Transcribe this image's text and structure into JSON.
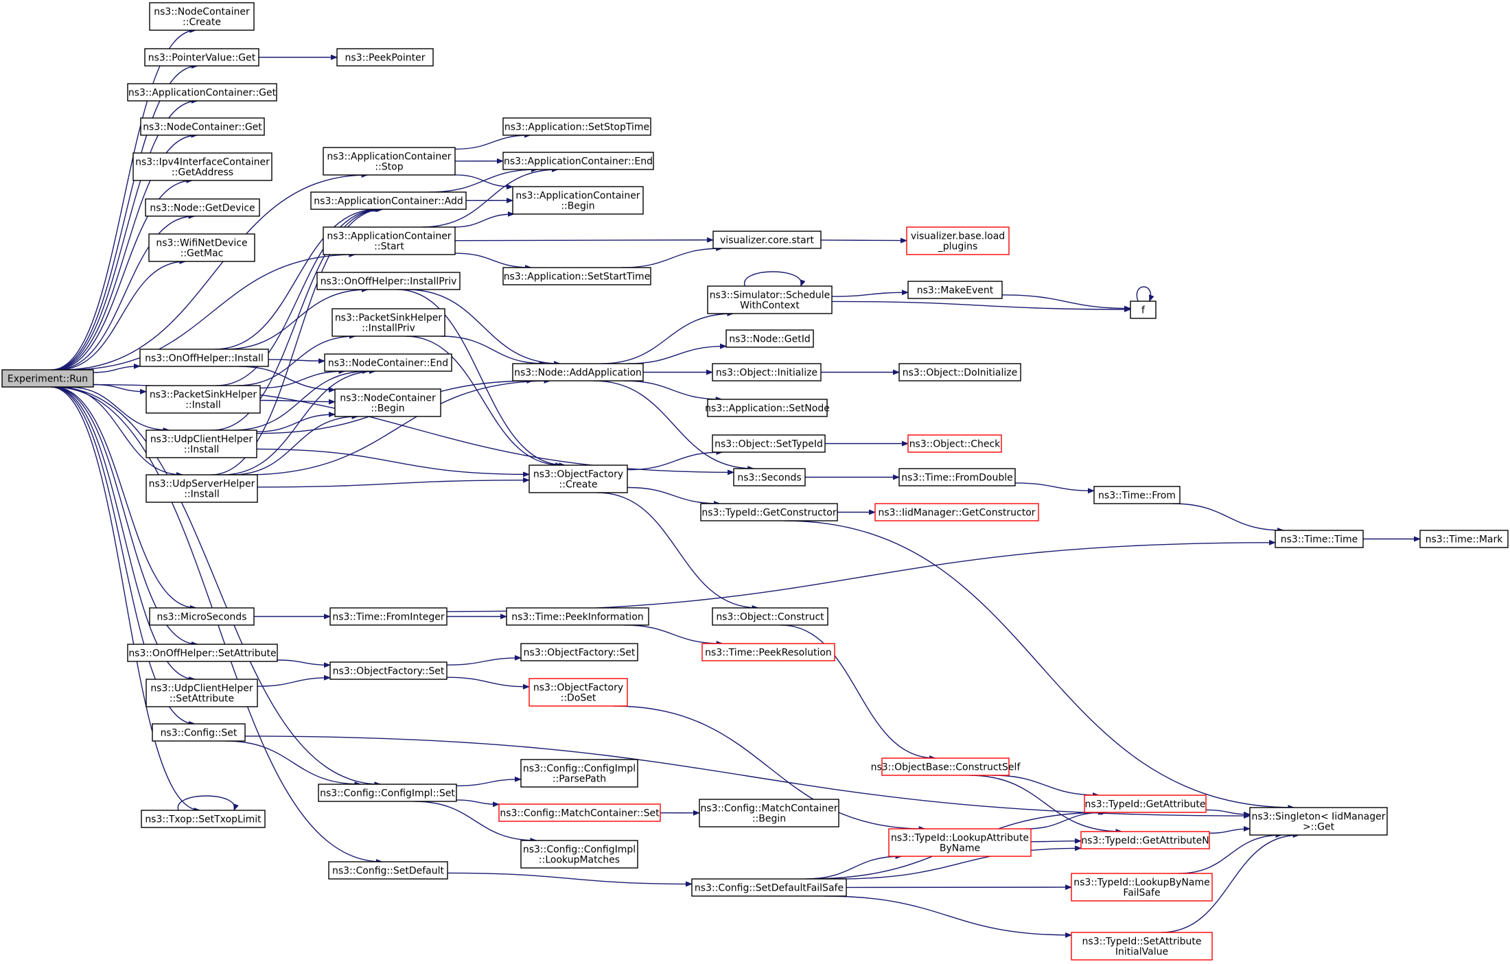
{
  "diagram": {
    "title": "",
    "node_labels": {
      "root": "Experiment::Run",
      "nc_create": "ns3::NodeContainer\n::Create",
      "pv_get": "ns3::PointerValue::Get",
      "peekptr": "ns3::PeekPointer",
      "ac_get": "ns3::ApplicationContainer::Get",
      "nc_get": "ns3::NodeContainer::Get",
      "ipv4_getaddr": "ns3::Ipv4InterfaceContainer\n::GetAddress",
      "node_getdev": "ns3::Node::GetDevice",
      "wifi_getmac": "ns3::WifiNetDevice\n::GetMac",
      "ac_stop": "ns3::ApplicationContainer\n::Stop",
      "ac_add": "ns3::ApplicationContainer::Add",
      "ac_start": "ns3::ApplicationContainer\n::Start",
      "onoff_installpriv": "ns3::OnOffHelper::InstallPriv",
      "psink_installpriv": "ns3::PacketSinkHelper\n::InstallPriv",
      "onoff_install": "ns3::OnOffHelper::Install",
      "psink_install": "ns3::PacketSinkHelper\n::Install",
      "udpc_install": "ns3::UdpClientHelper\n::Install",
      "udps_install": "ns3::UdpServerHelper\n::Install",
      "nc_end": "ns3::NodeContainer::End",
      "nc_begin": "ns3::NodeContainer\n::Begin",
      "app_setstop": "ns3::Application::SetStopTime",
      "ac_end": "ns3::ApplicationContainer::End",
      "ac_begin": "ns3::ApplicationContainer\n::Begin",
      "app_setstart": "ns3::Application::SetStartTime",
      "vis_start": "visualizer.core.start",
      "vis_load": "visualizer.base.load\n_plugins",
      "sim_sched": "ns3::Simulator::Schedule\nWithContext",
      "makeevent": "ns3::MakeEvent",
      "f": "f",
      "node_getid": "ns3::Node::GetId",
      "node_addapp": "ns3::Node::AddApplication",
      "obj_init": "ns3::Object::Initialize",
      "obj_doinit": "ns3::Object::DoInitialize",
      "app_setnode": "ns3::Application::SetNode",
      "obj_settypeid": "ns3::Object::SetTypeId",
      "obj_check": "ns3::Object::Check",
      "of_create": "ns3::ObjectFactory\n::Create",
      "seconds": "ns3::Seconds",
      "time_fromdouble": "ns3::Time::FromDouble",
      "time_from": "ns3::Time::From",
      "tid_getctor": "ns3::TypeId::GetConstructor",
      "iid_getctor": "ns3::IidManager::GetConstructor",
      "time_time": "ns3::Time::Time",
      "time_mark": "ns3::Time::Mark",
      "microseconds": "ns3::MicroSeconds",
      "time_fromint": "ns3::Time::FromInteger",
      "time_peekinfo": "ns3::Time::PeekInformation",
      "obj_construct": "ns3::Object::Construct",
      "onoff_setattr": "ns3::OnOffHelper::SetAttribute",
      "of_set": "ns3::ObjectFactory::Set",
      "of_set2": "ns3::ObjectFactory::Set",
      "time_peekres": "ns3::Time::PeekResolution",
      "udpc_setattr": "ns3::UdpClientHelper\n::SetAttribute",
      "of_doset": "ns3::ObjectFactory\n::DoSet",
      "config_set": "ns3::Config::Set",
      "objbase_cs": "ns3::ObjectBase::ConstructSelf",
      "cfgimpl_set": "ns3::Config::ConfigImpl::Set",
      "cfgimpl_parse": "ns3::Config::ConfigImpl\n::ParsePath",
      "tid_getattr": "ns3::TypeId::GetAttribute",
      "singleton_get": "ns3::Singleton< IidManager\n>::Get",
      "mc_set": "ns3::Config::MatchContainer::Set",
      "mc_begin": "ns3::Config::MatchContainer\n::Begin",
      "tid_lookupattr": "ns3::TypeId::LookupAttribute\nByName",
      "tid_getattrn": "ns3::TypeId::GetAttributeN",
      "txop_set": "ns3::Txop::SetTxopLimit",
      "cfgimpl_lookup": "ns3::Config::ConfigImpl\n::LookupMatches",
      "config_setdefault": "ns3::Config::SetDefault",
      "config_sdfs": "ns3::Config::SetDefaultFailSafe",
      "tid_lookupname": "ns3::TypeId::LookupByName\nFailSafe",
      "tid_setattrinit": "ns3::TypeId::SetAttribute\nInitialValue"
    },
    "highlight_nodes": [
      "vis_load",
      "obj_check",
      "iid_getctor",
      "time_peekres",
      "of_doset",
      "objbase_cs",
      "tid_getattr",
      "mc_set",
      "tid_lookupattr",
      "tid_getattrn",
      "tid_lookupname",
      "tid_setattrinit"
    ],
    "edges": [
      [
        "root",
        "nc_create"
      ],
      [
        "root",
        "pv_get"
      ],
      [
        "pv_get",
        "peekptr"
      ],
      [
        "root",
        "ac_get"
      ],
      [
        "root",
        "nc_get"
      ],
      [
        "root",
        "ipv4_getaddr"
      ],
      [
        "root",
        "node_getdev"
      ],
      [
        "root",
        "wifi_getmac"
      ],
      [
        "root",
        "ac_stop"
      ],
      [
        "root",
        "ac_start"
      ],
      [
        "root",
        "onoff_install"
      ],
      [
        "root",
        "psink_install"
      ],
      [
        "root",
        "udpc_install"
      ],
      [
        "root",
        "udps_install"
      ],
      [
        "root",
        "seconds"
      ],
      [
        "root",
        "microseconds"
      ],
      [
        "root",
        "onoff_setattr"
      ],
      [
        "root",
        "udpc_setattr"
      ],
      [
        "root",
        "config_set"
      ],
      [
        "root",
        "txop_set"
      ],
      [
        "root",
        "config_setdefault"
      ],
      [
        "root",
        "cfgimpl_set"
      ],
      [
        "ac_stop",
        "app_setstop"
      ],
      [
        "ac_stop",
        "ac_end"
      ],
      [
        "ac_stop",
        "ac_begin"
      ],
      [
        "ac_add",
        "ac_end"
      ],
      [
        "ac_add",
        "ac_begin"
      ],
      [
        "ac_start",
        "ac_end"
      ],
      [
        "ac_start",
        "ac_begin"
      ],
      [
        "ac_start",
        "vis_start"
      ],
      [
        "ac_start",
        "app_setstart"
      ],
      [
        "app_setstart",
        "vis_start"
      ],
      [
        "vis_start",
        "vis_load"
      ],
      [
        "onoff_install",
        "onoff_installpriv"
      ],
      [
        "onoff_install",
        "nc_end"
      ],
      [
        "onoff_install",
        "nc_begin"
      ],
      [
        "onoff_install",
        "ac_add"
      ],
      [
        "psink_install",
        "psink_installpriv"
      ],
      [
        "psink_install",
        "nc_end"
      ],
      [
        "psink_install",
        "nc_begin"
      ],
      [
        "psink_install",
        "ac_add"
      ],
      [
        "udpc_install",
        "nc_end"
      ],
      [
        "udpc_install",
        "nc_begin"
      ],
      [
        "udpc_install",
        "ac_add"
      ],
      [
        "udpc_install",
        "node_addapp"
      ],
      [
        "udpc_install",
        "of_create"
      ],
      [
        "udps_install",
        "nc_end"
      ],
      [
        "udps_install",
        "nc_begin"
      ],
      [
        "udps_install",
        "ac_add"
      ],
      [
        "udps_install",
        "node_addapp"
      ],
      [
        "udps_install",
        "of_create"
      ],
      [
        "onoff_installpriv",
        "node_addapp"
      ],
      [
        "onoff_installpriv",
        "of_create"
      ],
      [
        "psink_installpriv",
        "node_addapp"
      ],
      [
        "psink_installpriv",
        "of_create"
      ],
      [
        "node_addapp",
        "sim_sched"
      ],
      [
        "node_addapp",
        "node_getid"
      ],
      [
        "node_addapp",
        "obj_init"
      ],
      [
        "node_addapp",
        "app_setnode"
      ],
      [
        "node_addapp",
        "seconds"
      ],
      [
        "sim_sched",
        "sim_sched"
      ],
      [
        "sim_sched",
        "makeevent"
      ],
      [
        "sim_sched",
        "f"
      ],
      [
        "makeevent",
        "f"
      ],
      [
        "f",
        "f"
      ],
      [
        "obj_init",
        "obj_doinit"
      ],
      [
        "of_create",
        "obj_settypeid"
      ],
      [
        "of_create",
        "tid_getctor"
      ],
      [
        "of_create",
        "obj_construct"
      ],
      [
        "obj_settypeid",
        "obj_check"
      ],
      [
        "seconds",
        "time_fromdouble"
      ],
      [
        "time_fromdouble",
        "time_from"
      ],
      [
        "time_from",
        "time_time"
      ],
      [
        "time_time",
        "time_mark"
      ],
      [
        "tid_getctor",
        "iid_getctor"
      ],
      [
        "tid_getctor",
        "singleton_get"
      ],
      [
        "microseconds",
        "time_fromint"
      ],
      [
        "time_fromint",
        "time_time"
      ],
      [
        "time_fromint",
        "time_peekinfo"
      ],
      [
        "time_peekinfo",
        "time_peekres"
      ],
      [
        "obj_construct",
        "objbase_cs"
      ],
      [
        "onoff_setattr",
        "of_set"
      ],
      [
        "udpc_setattr",
        "of_set"
      ],
      [
        "of_set",
        "of_set2"
      ],
      [
        "of_set",
        "of_doset"
      ],
      [
        "of_doset",
        "tid_lookupattr"
      ],
      [
        "config_set",
        "cfgimpl_set"
      ],
      [
        "config_set",
        "singleton_get"
      ],
      [
        "cfgimpl_set",
        "cfgimpl_parse"
      ],
      [
        "cfgimpl_set",
        "mc_set"
      ],
      [
        "cfgimpl_set",
        "cfgimpl_lookup"
      ],
      [
        "mc_set",
        "mc_begin"
      ],
      [
        "objbase_cs",
        "tid_getattr"
      ],
      [
        "objbase_cs",
        "tid_getattrn"
      ],
      [
        "tid_lookupattr",
        "tid_getattr"
      ],
      [
        "tid_lookupattr",
        "tid_getattrn"
      ],
      [
        "tid_getattr",
        "singleton_get"
      ],
      [
        "tid_getattrn",
        "singleton_get"
      ],
      [
        "tid_lookupname",
        "singleton_get"
      ],
      [
        "tid_setattrinit",
        "singleton_get"
      ],
      [
        "txop_set",
        "txop_set"
      ],
      [
        "config_setdefault",
        "config_sdfs"
      ],
      [
        "config_sdfs",
        "tid_getattr"
      ],
      [
        "config_sdfs",
        "tid_lookupattr"
      ],
      [
        "config_sdfs",
        "tid_getattrn"
      ],
      [
        "config_sdfs",
        "tid_lookupname"
      ],
      [
        "config_sdfs",
        "tid_setattrinit"
      ]
    ]
  },
  "colors": {
    "edge": "#191970",
    "node_border": "#000000",
    "highlight_border": "#ff0000",
    "root_fill": "#bfbfbf",
    "background": "#ffffff"
  }
}
